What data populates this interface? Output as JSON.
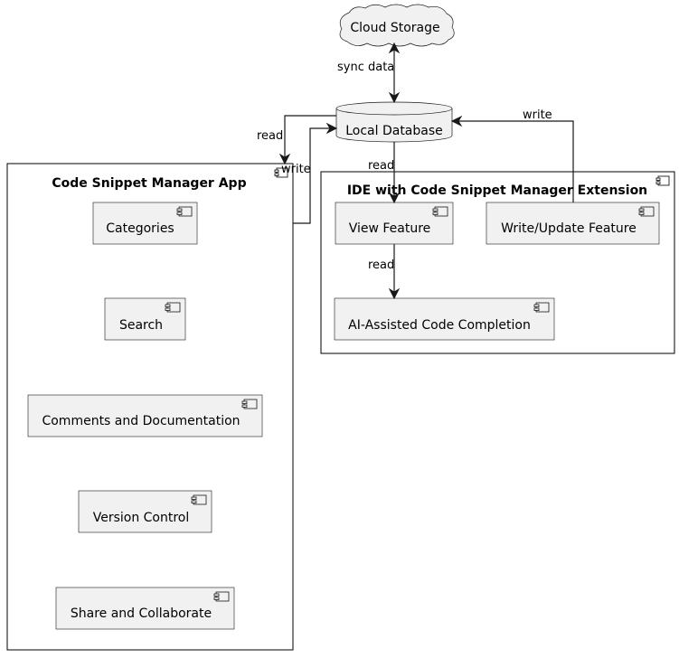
{
  "nodes": {
    "cloud_storage": "Cloud Storage",
    "local_database": "Local Database"
  },
  "packages": {
    "app": {
      "title": "Code Snippet Manager App",
      "components": [
        "Categories",
        "Search",
        "Comments and Documentation",
        "Version Control",
        "Share and Collaborate"
      ]
    },
    "ide": {
      "title": "IDE with Code Snippet Manager Extension",
      "components": [
        "View Feature",
        "Write/Update Feature",
        "AI-Assisted Code Completion"
      ]
    }
  },
  "edges": {
    "sync": "sync data",
    "app_read": "read",
    "app_write": "write",
    "view_read": "read",
    "ai_read": "read",
    "update_write": "write"
  },
  "icons": {
    "component": "component-icon",
    "cloud": "cloud-shape",
    "database": "database-cylinder"
  },
  "colors": {
    "node_fill": "#f1f1f1",
    "stroke": "#181818",
    "package_fill": "#ffffff"
  }
}
